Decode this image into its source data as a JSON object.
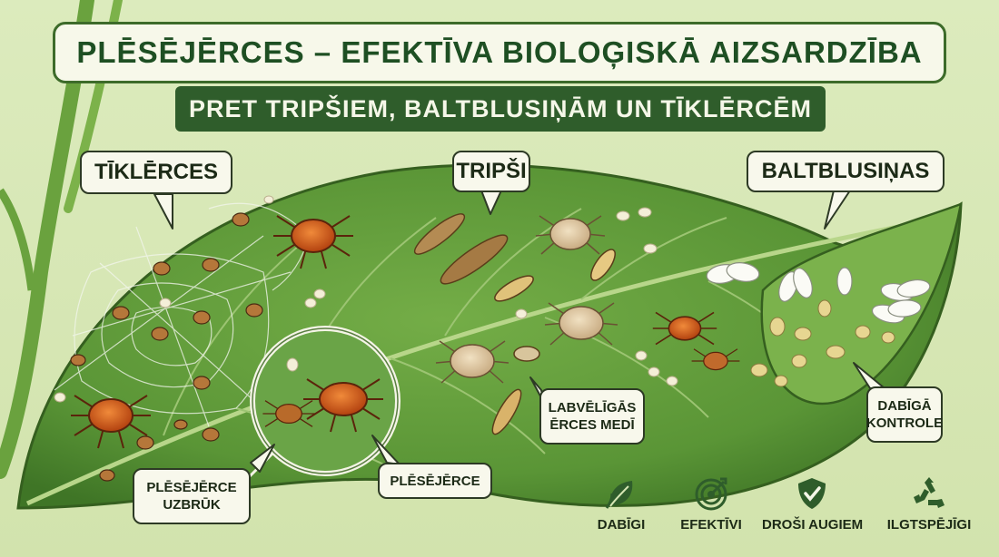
{
  "title": "PLĒSĒJĒRCES – EFEKTĪVA BIOLOĢISKĀ AIZSARDZĪBA",
  "subtitle": "PRET TRIPŠIEM, BALTBLUSIŅĀM UN TĪKLĒRCĒM",
  "pests": {
    "spider_mites": "TĪKLĒRCES",
    "thrips": "TRIPŠI",
    "whiteflies": "BALTBLUSIŅAS"
  },
  "callouts": {
    "predator_attack": "PLĒSĒJĒRCE UZBRŪK",
    "predator": "PLĒSĒJĒRCE",
    "beneficial_hunt": "LABVĒLĪGĀS ĒRCES MEDĪ",
    "natural_control": "DABĪGĀ KONTROLE"
  },
  "benefits": [
    {
      "label": "DABĪGI",
      "icon": "leaf-icon"
    },
    {
      "label": "EFEKTĪVI",
      "icon": "target-icon"
    },
    {
      "label": "DROŠI AUGIEM",
      "icon": "shield-check-icon"
    },
    {
      "label": "ILGTSPĒJĪGI",
      "icon": "recycle-icon"
    }
  ],
  "colors": {
    "title_text": "#1e4f23",
    "subtitle_bg": "#2f5d2b",
    "leaf": "#5e9a3a",
    "predator_mite": "#d2591e",
    "background": "#d6e6b4"
  }
}
